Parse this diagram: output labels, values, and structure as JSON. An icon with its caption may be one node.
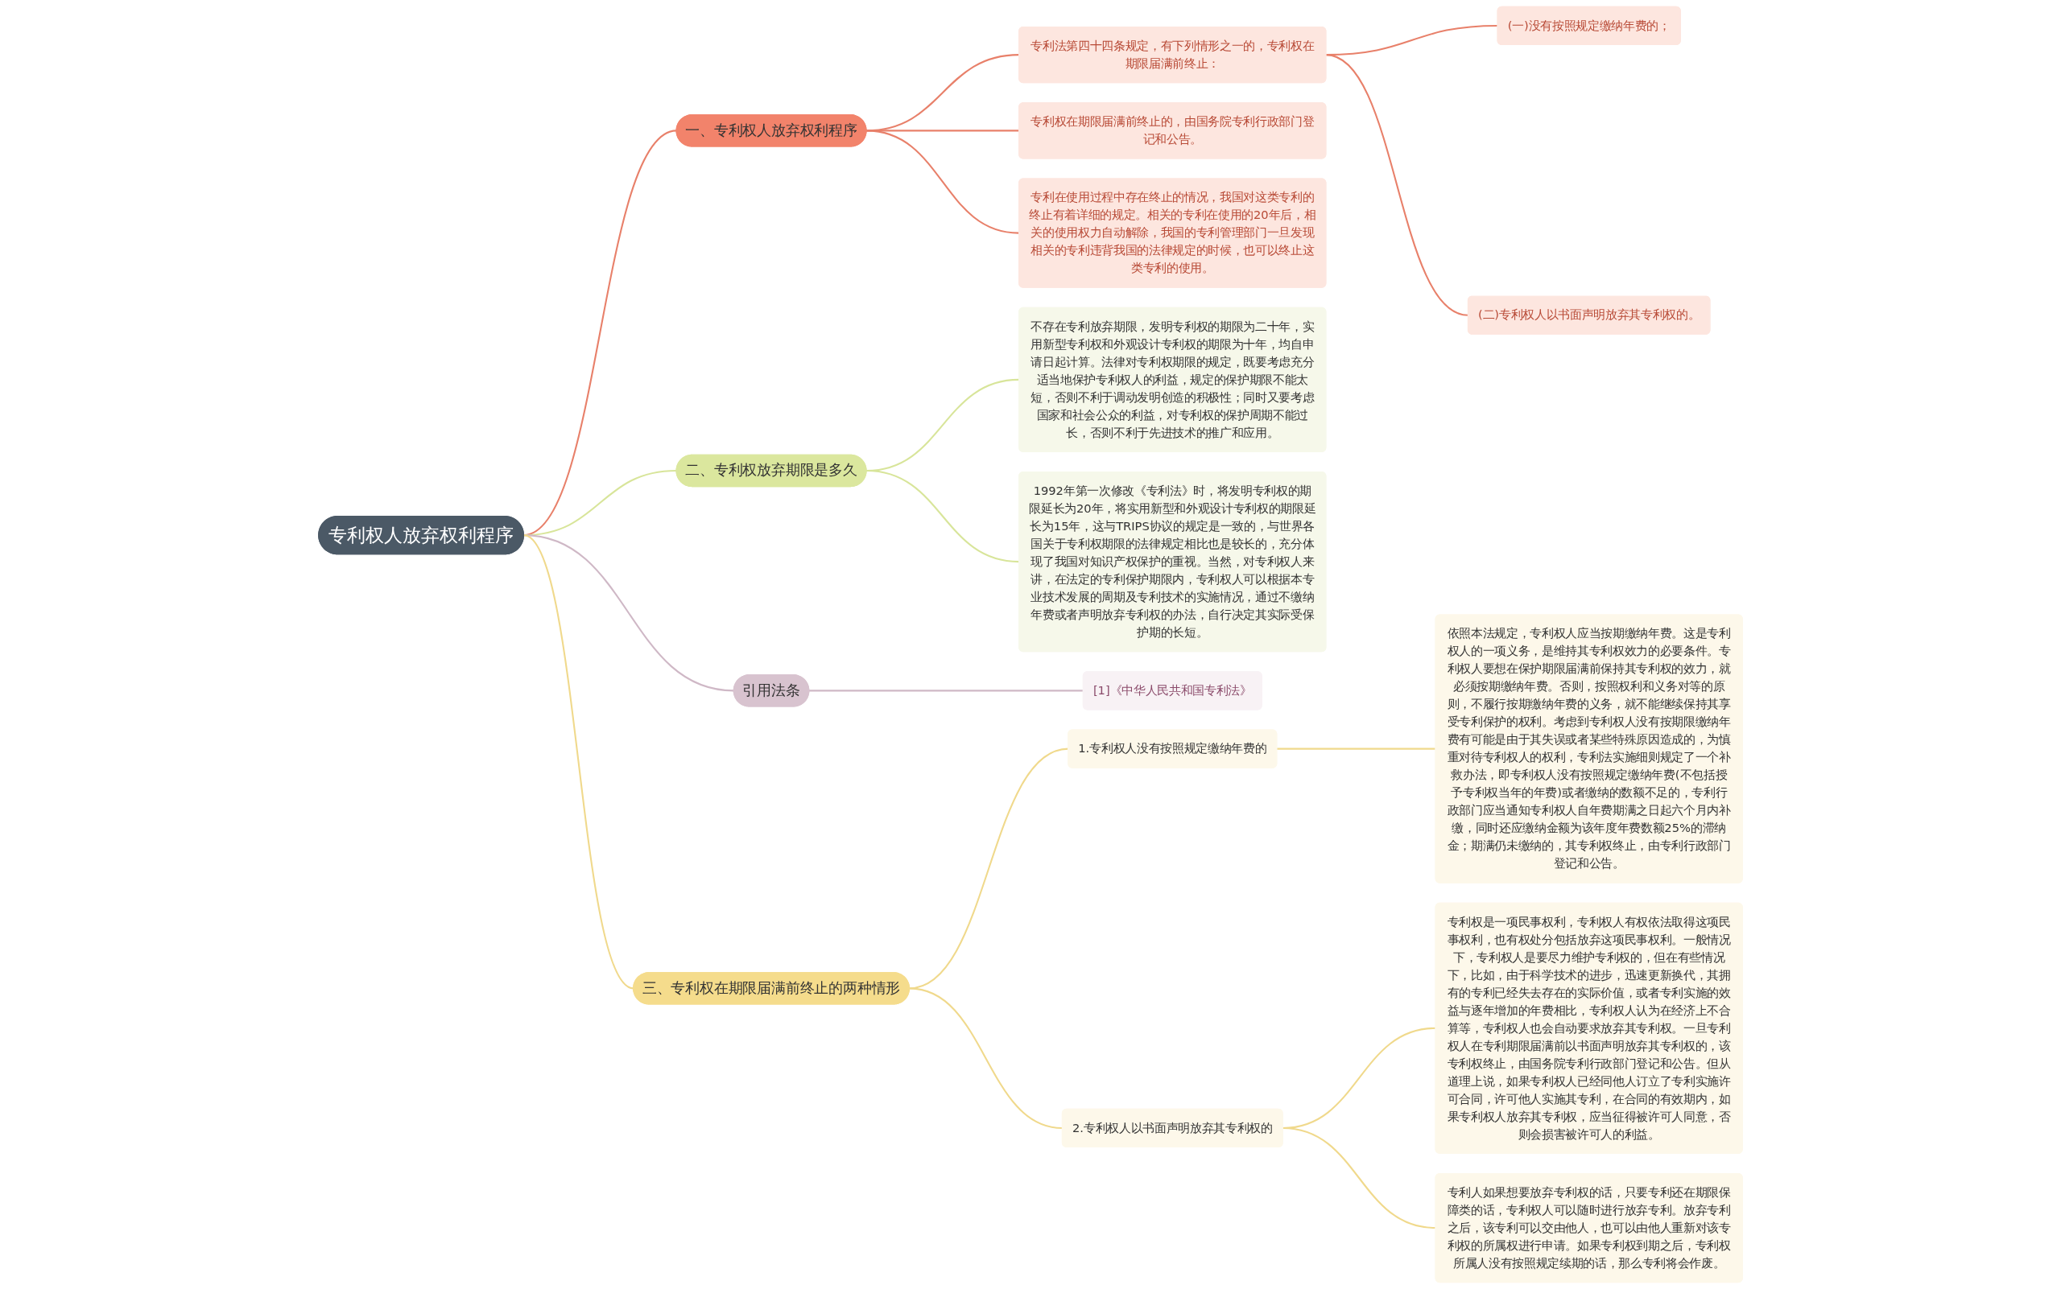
{
  "diagram": {
    "nodes": [
      {
        "text": [
          "专利权人放弃权利程序"
        ]
      },
      {
        "text": [
          "一、专利权人放弃权利程序"
        ]
      },
      {
        "text": [
          "专利法第四十四条规定，有下列情形之一的，专利权在期限届满前终止："
        ]
      },
      {
        "text": [
          "(一)没有按照规定缴纳年费的；"
        ]
      },
      {
        "text": [
          "(二)专利权人以书面声明放弃其专利权的。"
        ]
      },
      {
        "text": [
          "专利权在期限届满前终止的，由国务院专利行政部门登记和公告。"
        ]
      },
      {
        "text": [
          "专利在使用过程中存在终止的情况，我国对这类专利的终止有着详细的规定。相关的专利在使用的20年后，相关的使用权力自动解除，我国的专利管理部门一旦发现相关的专利违背我国的法律规定的时候，也可以终止这类专利的使用。"
        ]
      },
      {
        "text": [
          "二、专利权放弃期限是多久"
        ]
      },
      {
        "text": [
          "不存在专利放弃期限，发明专利权的期限为二十年，实用新型专利权和外观设计专利权的期限为十年，均自申请日起计算。法律对专利权期限的规定，既要考虑充分适当地保护专利权人的利益，规定的保护期限不能太短，否则不利于调动发明创造的积极性；同时又要考虑国家和社会公众的利益，对专利权的保护周期不能过长，否则不利于先进技术的推广和应用。"
        ]
      },
      {
        "text": [
          "1992年第一次修改《专利法》时，将发明专利权的期限延长为20年，将实用新型和外观设计专利权的期限延长为15年，这与TRIPS协议的规定是一致的，与世界各国关于专利权期限的法律规定相比也是较长的，充分体现了我国对知识产权保护的重视。当然，对专利权人来讲，在法定的专利保护期限内，专利权人可以根据本专业技术发展的周期及专利技术的实施情况，通过不缴纳年费或者声明放弃专利权的办法，自行决定其实际受保护期的长短。"
        ]
      },
      {
        "text": [
          "引用法条"
        ]
      },
      {
        "text": [
          "[1]《中华人民共和国专利法》"
        ]
      },
      {
        "text": [
          "三、专利权在期限届满前终止的两种情形"
        ]
      },
      {
        "text": [
          "1.专利权人没有按照规定缴纳年费的"
        ]
      },
      {
        "text": [
          "依照本法规定，专利权人应当按期缴纳年费。这是专利权人的一项义务，是维持其专利权效力的必要条件。专利权人要想在保护期限届满前保持其专利权的效力，就必须按期缴纳年费。否则，按照权利和义务对等的原则，不履行按期缴纳年费的义务，就不能继续保持其享受专利保护的权利。考虑到专利权人没有按期限缴纳年费有可能是由于其失误或者某些特殊原因造成的，为慎重对待专利权人的权利，专利法实施细则规定了一个补救办法，即专利权人没有按照规定缴纳年费(不包括授予专利权当年的年费)或者缴纳的数额不足的，专利行政部门应当通知专利权人自年费期满之日起六个月内补缴，同时还应缴纳金额为该年度年费数额25%的滞纳金；期满仍未缴纳的，其专利权终止，由专利行政部门登记和公告。"
        ]
      },
      {
        "text": [
          "2.专利权人以书面声明放弃其专利权的"
        ]
      },
      {
        "text": [
          "专利权是一项民事权利，专利权人有权依法取得这项民事权利，也有权处分包括放弃这项民事权利。一般情况下，专利权人是要尽力维护专利权的，但在有些情况下，比如，由于科学技术的进步，迅速更新换代，其拥有的专利已经失去存在的实际价值，或者专利实施的效益与逐年增加的年费相比，专利权人认为在经济上不合算等，专利权人也会自动要求放弃其专利权。一旦专利权人在专利期限届满前以书面声明放弃其专利权的，该专利权终止，由国务院专利行政部门登记和公告。但从道理上说，如果专利权人已经同他人订立了专利实施许可合同，许可他人实施其专利，在合同的有效期内，如果专利权人放弃其专利权，应当征得被许可人同意，否则会损害被许可人的利益。"
        ]
      },
      {
        "text": [
          "专利人如果想要放弃专利权的话，只要专利还在期限保障类的话，专利权人可以随时进行放弃专利。放弃专利之后，该专利可以交由他人，也可以由他人重新对该专利权的所属权进行申请。如果专利权到期之后，专利权所属人没有按照规定续期的话，那么专利将会作废。"
        ]
      }
    ],
    "edges": [
      {
        "from": 0,
        "to": 1,
        "arrow": "none",
        "color": "#e8806a"
      },
      {
        "from": 1,
        "to": 2,
        "arrow": "none",
        "color": "#e8806a"
      },
      {
        "from": 2,
        "to": 3,
        "arrow": "none",
        "color": "#e8806a"
      },
      {
        "from": 2,
        "to": 4,
        "arrow": "none",
        "color": "#e8806a"
      },
      {
        "from": 1,
        "to": 5,
        "arrow": "none",
        "color": "#e8806a"
      },
      {
        "from": 1,
        "to": 6,
        "arrow": "none",
        "color": "#e8806a"
      },
      {
        "from": 0,
        "to": 7,
        "arrow": "none",
        "color": "#d8e59a"
      },
      {
        "from": 7,
        "to": 8,
        "arrow": "none",
        "color": "#d8e59a"
      },
      {
        "from": 7,
        "to": 9,
        "arrow": "none",
        "color": "#d8e59a"
      },
      {
        "from": 0,
        "to": 10,
        "arrow": "none",
        "color": "#cfb8c6"
      },
      {
        "from": 10,
        "to": 11,
        "arrow": "none",
        "color": "#cfb8c6"
      },
      {
        "from": 0,
        "to": 12,
        "arrow": "none",
        "color": "#f0d98c"
      },
      {
        "from": 12,
        "to": 13,
        "arrow": "none",
        "color": "#f0d98c"
      },
      {
        "from": 13,
        "to": 14,
        "arrow": "none",
        "color": "#f0d98c"
      },
      {
        "from": 12,
        "to": 15,
        "arrow": "none",
        "color": "#f0d98c"
      },
      {
        "from": 15,
        "to": 16,
        "arrow": "none",
        "color": "#f0d98c"
      },
      {
        "from": 15,
        "to": 17,
        "arrow": "none",
        "color": "#f0d98c"
      }
    ]
  }
}
